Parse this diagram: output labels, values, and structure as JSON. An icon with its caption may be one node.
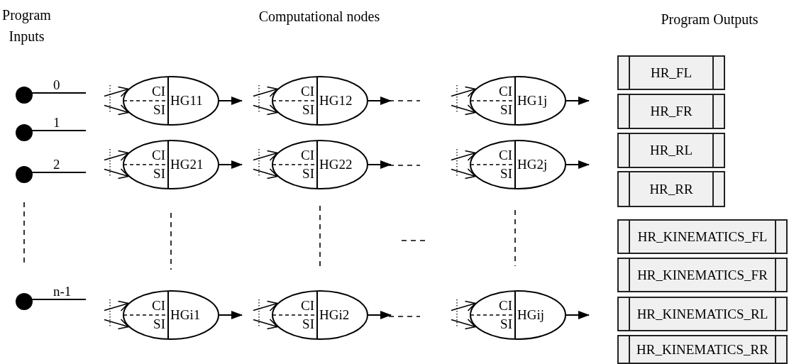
{
  "diagram": {
    "nodes": [
      {
        "text": [
          "0"
        ]
      },
      {
        "text": [
          "1"
        ]
      },
      {
        "text": [
          "2"
        ]
      },
      {
        "text": [
          "n-1"
        ]
      },
      {
        "text": [
          "CI",
          "SI",
          "HG11"
        ]
      },
      {
        "text": [
          "CI",
          "SI",
          "HG12"
        ]
      },
      {
        "text": [
          "CI",
          "SI",
          "HG1j"
        ]
      },
      {
        "text": [
          "CI",
          "SI",
          "HG21"
        ]
      },
      {
        "text": [
          "CI",
          "SI",
          "HG22"
        ]
      },
      {
        "text": [
          "CI",
          "SI",
          "HG2j"
        ]
      },
      {
        "text": [
          "CI",
          "SI",
          "HGi1"
        ]
      },
      {
        "text": [
          "CI",
          "SI",
          "HGi2"
        ]
      },
      {
        "text": [
          "CI",
          "SI",
          "HGij"
        ]
      },
      {
        "text": [
          "HR_FL"
        ]
      },
      {
        "text": [
          "HR_FR"
        ]
      },
      {
        "text": [
          "HR_RL"
        ]
      },
      {
        "text": [
          "HR_RR"
        ]
      },
      {
        "text": [
          "HR_KINEMATICS_FL"
        ]
      },
      {
        "text": [
          "HR_KINEMATICS_FR"
        ]
      },
      {
        "text": [
          "HR_KINEMATICS_RL"
        ]
      },
      {
        "text": [
          "HR_KINEMATICS_RR"
        ]
      }
    ],
    "edges": [
      {
        "from": null,
        "to": 4,
        "arrow": "to"
      },
      {
        "from": null,
        "to": 4,
        "arrow": "to"
      },
      {
        "from": 4,
        "to": null,
        "arrow": "to"
      },
      {
        "from": null,
        "to": 5,
        "arrow": "to"
      },
      {
        "from": null,
        "to": 5,
        "arrow": "to"
      },
      {
        "from": 5,
        "to": null,
        "arrow": "to"
      },
      {
        "from": null,
        "to": 6,
        "arrow": "to"
      },
      {
        "from": null,
        "to": 6,
        "arrow": "to"
      },
      {
        "from": 6,
        "to": null,
        "arrow": "to"
      },
      {
        "from": null,
        "to": 7,
        "arrow": "to"
      },
      {
        "from": null,
        "to": 7,
        "arrow": "to"
      },
      {
        "from": 7,
        "to": null,
        "arrow": "to"
      },
      {
        "from": null,
        "to": 8,
        "arrow": "to"
      },
      {
        "from": null,
        "to": 8,
        "arrow": "to"
      },
      {
        "from": 8,
        "to": null,
        "arrow": "to"
      },
      {
        "from": null,
        "to": 9,
        "arrow": "to"
      },
      {
        "from": null,
        "to": 9,
        "arrow": "to"
      },
      {
        "from": 9,
        "to": null,
        "arrow": "to"
      },
      {
        "from": null,
        "to": 10,
        "arrow": "to"
      },
      {
        "from": null,
        "to": 10,
        "arrow": "to"
      },
      {
        "from": 10,
        "to": null,
        "arrow": "to"
      },
      {
        "from": null,
        "to": 11,
        "arrow": "to"
      },
      {
        "from": null,
        "to": 11,
        "arrow": "to"
      },
      {
        "from": 11,
        "to": null,
        "arrow": "to"
      },
      {
        "from": null,
        "to": 12,
        "arrow": "to"
      },
      {
        "from": null,
        "to": 12,
        "arrow": "to"
      },
      {
        "from": 12,
        "to": null,
        "arrow": "to"
      }
    ],
    "labels": [
      "Program Inputs",
      "Computational nodes",
      "Program Outputs"
    ]
  }
}
